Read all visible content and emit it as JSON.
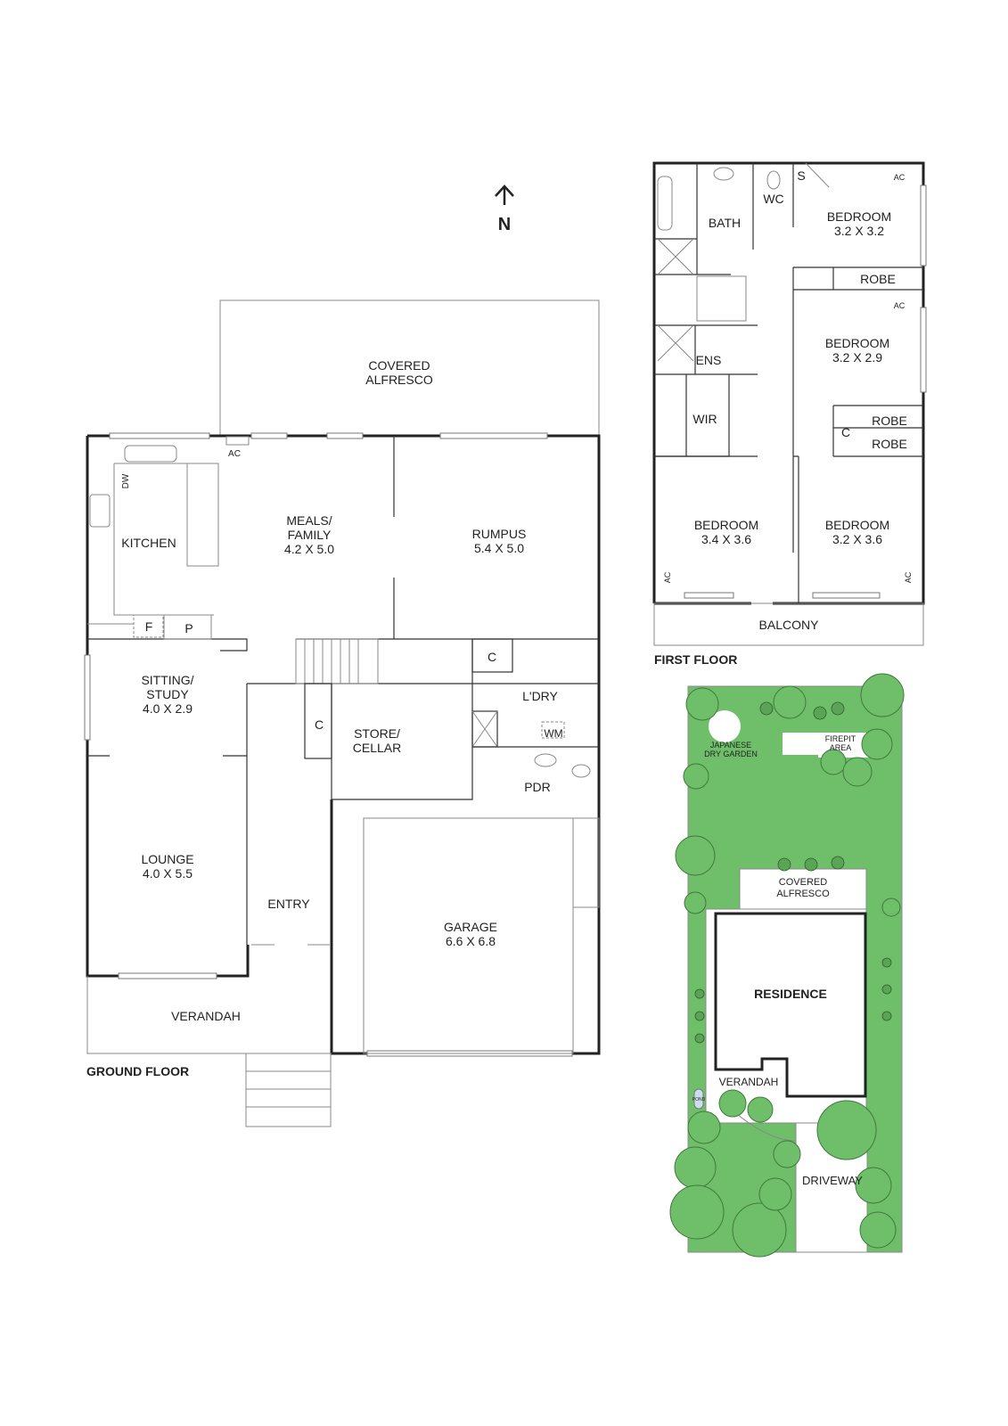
{
  "compass": {
    "label": "N",
    "icon": "north-arrow-icon"
  },
  "ground_floor": {
    "title": "GROUND FLOOR",
    "rooms": {
      "covered_alfresco": [
        "COVERED",
        "ALFRESCO"
      ],
      "kitchen": "KITCHEN",
      "dw": "DW",
      "ac": "AC",
      "meals_family": [
        "MEALS/",
        "FAMILY",
        "4.2 X 5.0"
      ],
      "rumpus": [
        "RUMPUS",
        "5.4 X 5.0"
      ],
      "fridge": "F",
      "pantry": "P",
      "sitting_study": [
        "SITTING/",
        "STUDY",
        "4.0 X 2.9"
      ],
      "cupboard_1": "C",
      "cupboard_2": "C",
      "store_cellar": [
        "STORE/",
        "CELLAR"
      ],
      "laundry": "L'DRY",
      "wm": "WM",
      "pdr": "PDR",
      "lounge": [
        "LOUNGE",
        "4.0 X 5.5"
      ],
      "entry": "ENTRY",
      "garage": [
        "GARAGE",
        "6.6 X 6.8"
      ],
      "verandah": "VERANDAH"
    }
  },
  "first_floor": {
    "title": "FIRST FLOOR",
    "rooms": {
      "bath": "BATH",
      "wc": "WC",
      "s": "S",
      "ac_1": "AC",
      "bedroom_1": [
        "BEDROOM",
        "3.2 X 3.2"
      ],
      "robe_1": "ROBE",
      "ac_2": "AC",
      "bedroom_2": [
        "BEDROOM",
        "3.2 X 2.9"
      ],
      "ens": "ENS",
      "wir": "WIR",
      "cupboard": "C",
      "robe_2": "ROBE",
      "robe_3": "ROBE",
      "bedroom_3": [
        "BEDROOM",
        "3.4 X 3.6"
      ],
      "bedroom_4": [
        "BEDROOM",
        "3.2 X 3.6"
      ],
      "ac_3": "AC",
      "ac_4": "AC",
      "balcony": "BALCONY"
    }
  },
  "site_plan": {
    "japanese_dry_garden": [
      "JAPANESE",
      "DRY GARDEN"
    ],
    "firepit_area": [
      "FIREPIT",
      "AREA"
    ],
    "covered_alfresco": [
      "COVERED",
      "ALFRESCO"
    ],
    "residence": "RESIDENCE",
    "verandah": "VERANDAH",
    "pond": "POND",
    "driveway": "DRIVEWAY"
  },
  "colors": {
    "garden_green": "#6fbf6a",
    "wall": "#222222",
    "background": "#ffffff"
  }
}
